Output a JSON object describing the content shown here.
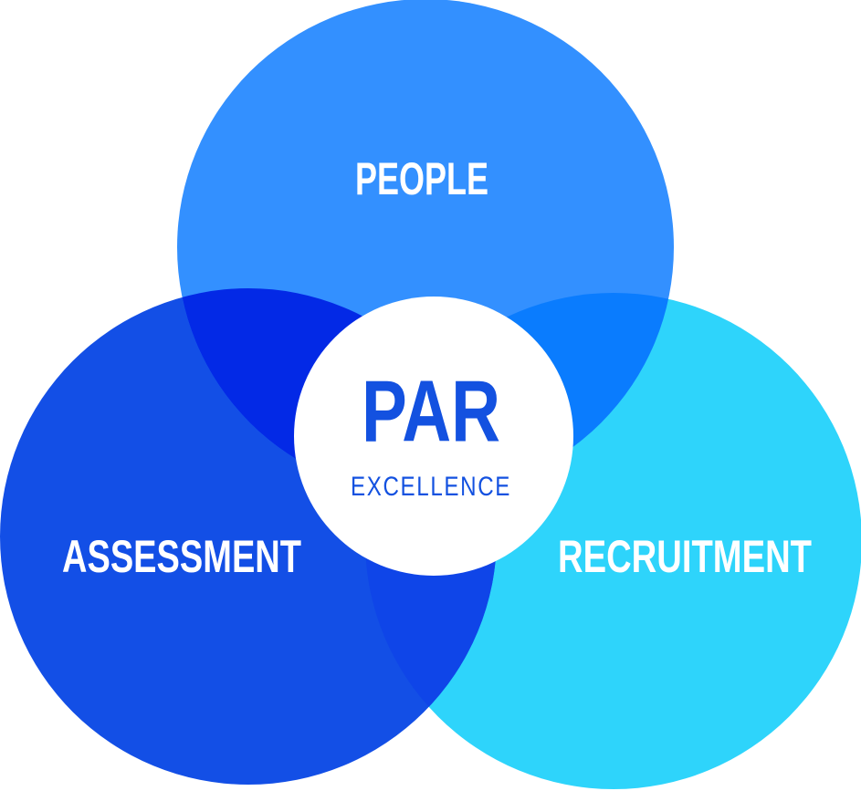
{
  "diagram": {
    "circles": {
      "people": {
        "label": "PEOPLE",
        "color": "#3390ff"
      },
      "assessment": {
        "label": "ASSESSMENT",
        "color": "#134fe6"
      },
      "recruitment": {
        "label": "RECRUITMENT",
        "color": "#2ed4fb"
      }
    },
    "overlaps": {
      "people_assessment": "#0329e6",
      "people_recruitment": "#0a7cfe",
      "assessment_recruitment": "#0f45e8"
    },
    "center": {
      "title": "PAR",
      "subtitle": "EXCELLENCE",
      "fill": "#ffffff",
      "text_color": "#1351e0"
    }
  }
}
